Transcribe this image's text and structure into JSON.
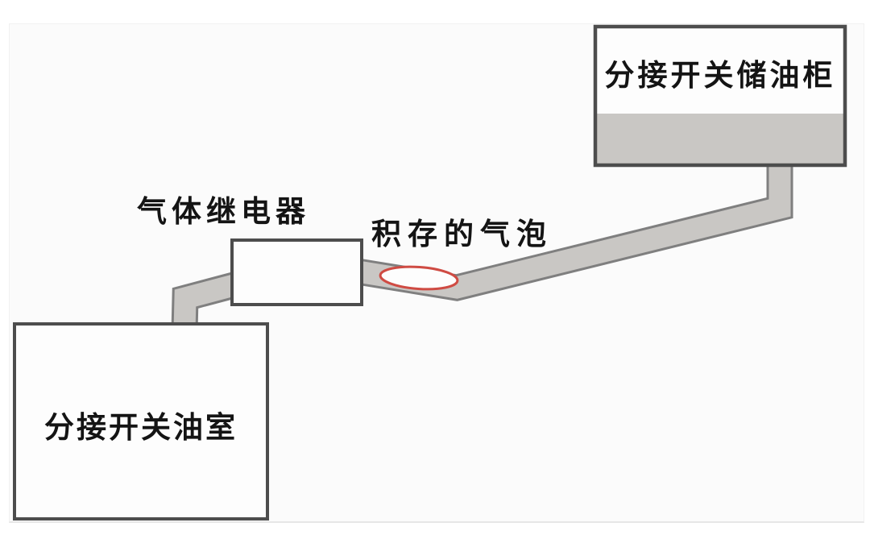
{
  "diagram": {
    "labels": {
      "conservator": "分接开关储油柜",
      "gas_relay": "气体继电器",
      "accumulated_bubble": "积存的气泡",
      "oil_chamber": "分接开关油室"
    },
    "colors": {
      "box_border": "#4d4d4d",
      "box_fill": "#fdfdfd",
      "pipe_fill": "#c9c7c4",
      "pipe_edge": "#7f7f7f",
      "oil_fill": "#c9c7c4",
      "bubble_fill": "#fdfdfd",
      "bubble_stroke": "#cf4b43",
      "text": "#141414",
      "canvas_bg": "#fbfbfb"
    }
  }
}
